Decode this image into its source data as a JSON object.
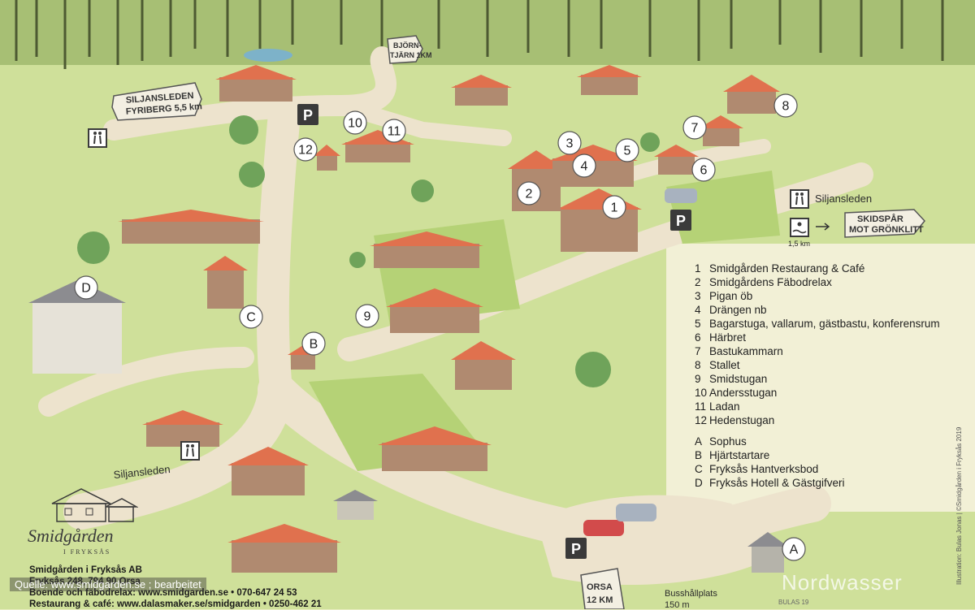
{
  "colors": {
    "grass": "#c7dc8a",
    "grass_dark": "#a9c96a",
    "road": "#ede3cd",
    "roof": "#e0714e",
    "wall": "#b08a70",
    "tree": "#6fa35a",
    "forest": "#7b8a52"
  },
  "signs": {
    "siljansleden_fyriberg_line1": "SILJANSLEDEN",
    "siljansleden_fyriberg_line2": "FYRIBERG 5,5 km",
    "bjorntjarn_line1": "BJÖRN-",
    "bjorntjarn_line2": "TJÄRN 1KM",
    "skidspar_line1": "SKIDSPÅR",
    "skidspar_line2": "MOT GRÖNKLITT",
    "orsa_line1": "ORSA",
    "orsa_line2": "12 KM"
  },
  "labels": {
    "siljansleden_east": "Siljansleden",
    "siljansleden_west": "Siljansleden",
    "distance_15km": "1,5 km",
    "bus_stop_line1": "Busshållplats",
    "bus_stop_line2": "150 m"
  },
  "parking_letter": "P",
  "markers": [
    {
      "id": "1",
      "label": "1"
    },
    {
      "id": "2",
      "label": "2"
    },
    {
      "id": "3",
      "label": "3"
    },
    {
      "id": "4",
      "label": "4"
    },
    {
      "id": "5",
      "label": "5"
    },
    {
      "id": "6",
      "label": "6"
    },
    {
      "id": "7",
      "label": "7"
    },
    {
      "id": "8",
      "label": "8"
    },
    {
      "id": "9",
      "label": "9"
    },
    {
      "id": "10",
      "label": "10"
    },
    {
      "id": "11",
      "label": "11"
    },
    {
      "id": "12",
      "label": "12"
    },
    {
      "id": "A",
      "label": "A"
    },
    {
      "id": "B",
      "label": "B"
    },
    {
      "id": "C",
      "label": "C"
    },
    {
      "id": "D",
      "label": "D"
    }
  ],
  "legend": {
    "numbered": [
      {
        "key": "1",
        "text": "Smidgården Restaurang & Café"
      },
      {
        "key": "2",
        "text": "Smidgårdens Fäbodrelax"
      },
      {
        "key": "3",
        "text": "Pigan öb"
      },
      {
        "key": "4",
        "text": "Drängen nb"
      },
      {
        "key": "5",
        "text": "Bagarstuga, vallarum, gästbastu, konferensrum"
      },
      {
        "key": "6",
        "text": "Härbret"
      },
      {
        "key": "7",
        "text": "Bastukammarn"
      },
      {
        "key": "8",
        "text": "Stallet"
      },
      {
        "key": "9",
        "text": "Smidstugan"
      },
      {
        "key": "10",
        "text": "Anders­stugan"
      },
      {
        "key": "11",
        "text": "Ladan"
      },
      {
        "key": "12",
        "text": "Hedenstugan"
      }
    ],
    "lettered": [
      {
        "key": "A",
        "text": "Sophus"
      },
      {
        "key": "B",
        "text": "Hjärtstartare"
      },
      {
        "key": "C",
        "text": "Fryksås Hantverksbod"
      },
      {
        "key": "D",
        "text": "Fryksås Hotell & Gästgifveri"
      }
    ]
  },
  "logo": {
    "name": "Smidgården",
    "sub": "I FRYKSÅS"
  },
  "footer": {
    "company": "Smidgården i Fryksås AB",
    "address": "Fryksås 248, 794 90 Orsa",
    "booking": "Boende och fäbodrelax: www.smidgarden.se • 070-647 24 53",
    "restaurant": "Restaurang & café: www.dalasmaker.se/smidgarden • 0250-462 21"
  },
  "source_note": "Quelle: www.smidgarden.se ; bearbeitet",
  "watermark": "Nordwasser",
  "credit": "Illustration: Bulas Jonas | ©Smidgården i Fryksås 2019",
  "credit_short": "BULAS 19"
}
